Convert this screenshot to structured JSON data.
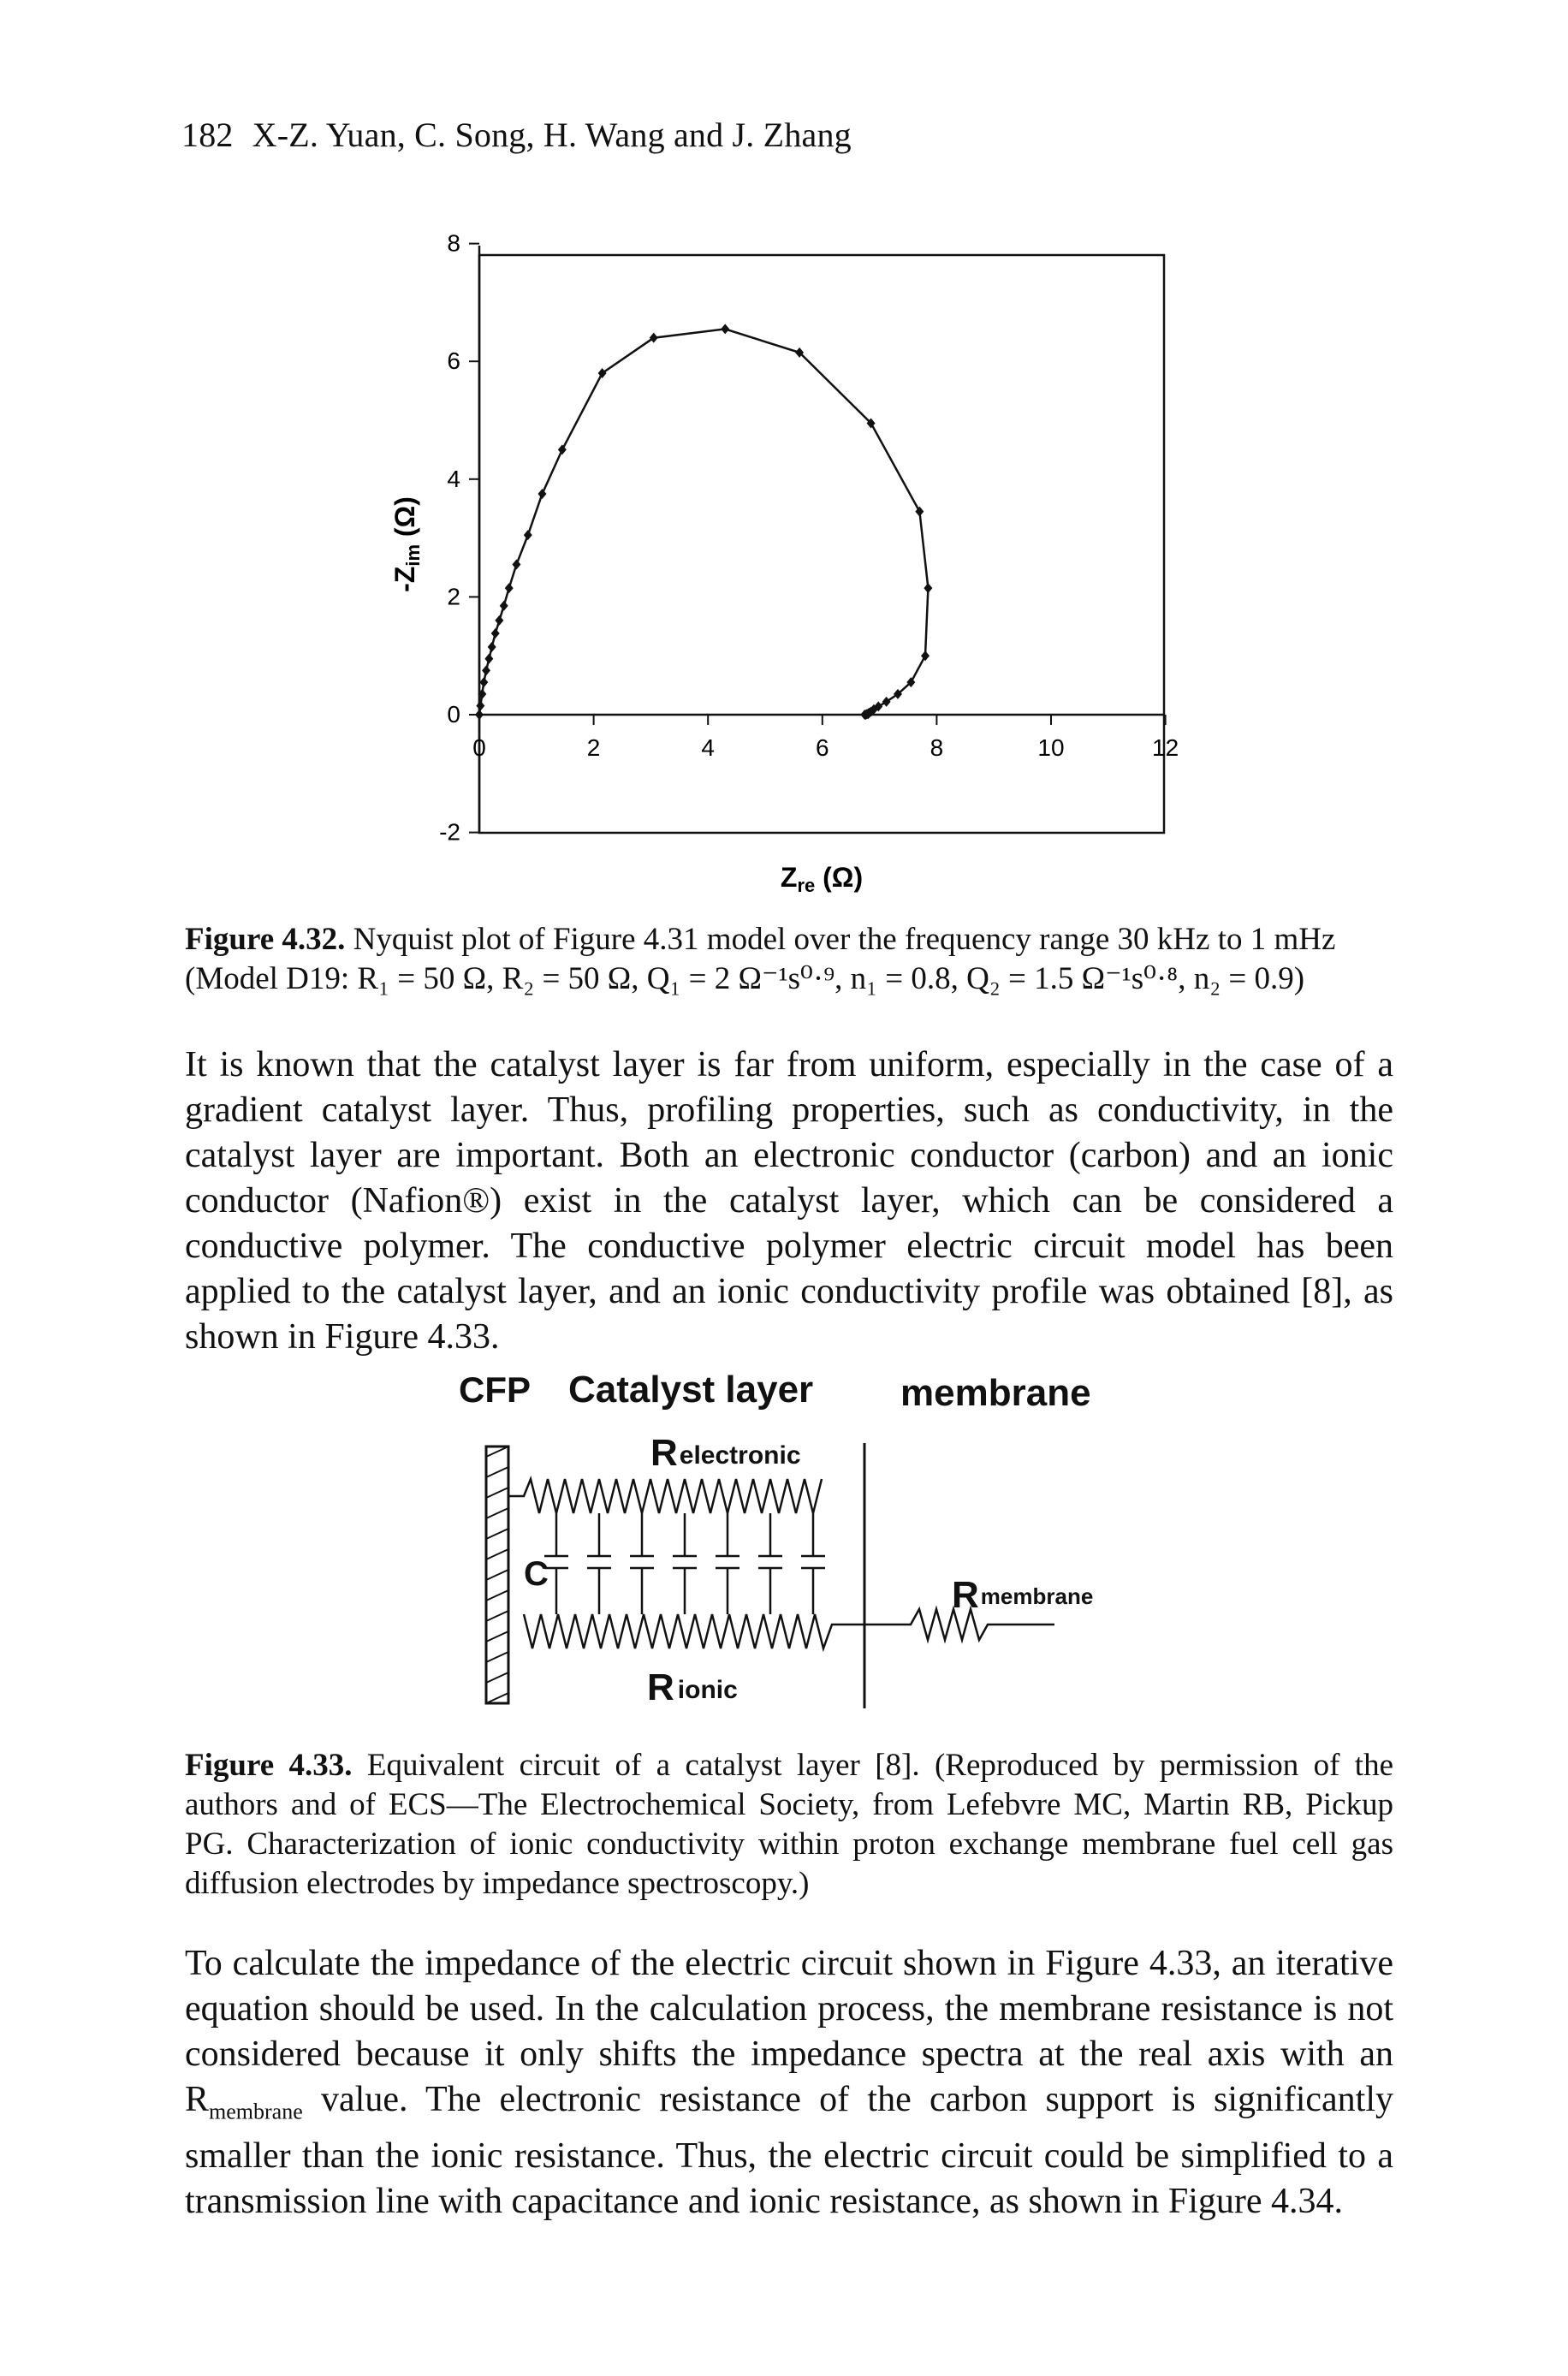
{
  "header": {
    "page_number": "182",
    "authors": "X-Z. Yuan, C. Song, H. Wang and J. Zhang"
  },
  "figure_4_32": {
    "caption_label": "Figure 4.32.",
    "caption_line1": "Nyquist plot of Figure 4.31 model over the frequency range 30 kHz to 1 mHz",
    "caption_line2": "(Model D19: R₁ = 50 Ω, R₂ = 50 Ω, Q₁ = 2 Ω⁻¹s⁰·⁹, n₁ = 0.8, Q₂ = 1.5 Ω⁻¹s⁰·⁸, n₂ = 0.9)"
  },
  "chart_data": {
    "type": "scatter",
    "xlabel": "Z",
    "xlabel_sub": "re",
    "xlabel_unit": "(Ω)",
    "ylabel": "-Z",
    "ylabel_sub": "im",
    "ylabel_unit": "(Ω)",
    "xlim": [
      0,
      12
    ],
    "ylim": [
      -2,
      8
    ],
    "xticks": [
      "0",
      "2",
      "4",
      "6",
      "8",
      "10",
      "12"
    ],
    "yticks": [
      "-2",
      "0",
      "2",
      "4",
      "6",
      "8"
    ],
    "grid": false,
    "line_color": "#111111",
    "series": [
      {
        "x": [
          0.0,
          0.02,
          0.05,
          0.08,
          0.12,
          0.17,
          0.22,
          0.28,
          0.35,
          0.43,
          0.52,
          0.65,
          0.85,
          1.1,
          1.45,
          2.15,
          3.05,
          4.3,
          5.6,
          6.85,
          7.7,
          7.85,
          7.8,
          7.55,
          7.32,
          7.12,
          6.98,
          6.9,
          6.85,
          6.82,
          6.8,
          6.8,
          6.78,
          6.76,
          6.74
        ],
        "y": [
          0.0,
          0.15,
          0.35,
          0.55,
          0.75,
          0.95,
          1.15,
          1.38,
          1.6,
          1.85,
          2.15,
          2.55,
          3.05,
          3.75,
          4.5,
          5.8,
          6.4,
          6.55,
          6.15,
          4.95,
          3.45,
          2.15,
          1.0,
          0.55,
          0.35,
          0.22,
          0.14,
          0.09,
          0.05,
          0.03,
          0.02,
          0.01,
          0.01,
          0.0,
          0.0
        ]
      }
    ]
  },
  "paragraph1": "It is known that the catalyst layer is far from uniform, especially in the case of a gradient catalyst layer. Thus, profiling properties, such as conductivity, in the catalyst layer are important. Both an electronic conductor (carbon) and an ionic conductor (Nafion®) exist in the catalyst layer, which can be considered a conductive polymer. The conductive polymer electric circuit model has been applied to the catalyst layer, and an ionic conductivity profile was obtained [8], as shown in Figure 4.33.",
  "circuit": {
    "label_cfp": "CFP",
    "label_catalyst": "Catalyst layer",
    "label_membrane": "membrane",
    "r_electronic": "R",
    "r_electronic_sub": "electronic",
    "r_ionic": "R",
    "r_ionic_sub": "ionic",
    "r_membrane": "R",
    "r_membrane_sub": "membrane",
    "cap_label": "C"
  },
  "figure_4_33": {
    "caption_label": "Figure 4.33.",
    "caption_text": "Equivalent circuit of a catalyst layer [8]. (Reproduced by permission of the authors and of ECS—The Electrochemical Society, from Lefebvre MC, Martin RB, Pickup PG. Characterization of ionic conductivity within proton exchange membrane fuel cell gas diffusion electrodes by impedance spectroscopy.)"
  },
  "paragraph2": {
    "part1": "To calculate the impedance of the electric circuit shown in Figure 4.33, an iterative equation should be used. In the calculation process, the membrane resistance is not considered because it only shifts the impedance spectra at the real axis with an ",
    "r_symbol": "R",
    "r_sub": "membrane",
    "part2": " value. The electronic resistance of the carbon support is significantly smaller than the ionic resistance. Thus, the electric circuit could be simplified to a transmission line with capacitance and ionic resistance, as shown in Figure 4.34."
  }
}
